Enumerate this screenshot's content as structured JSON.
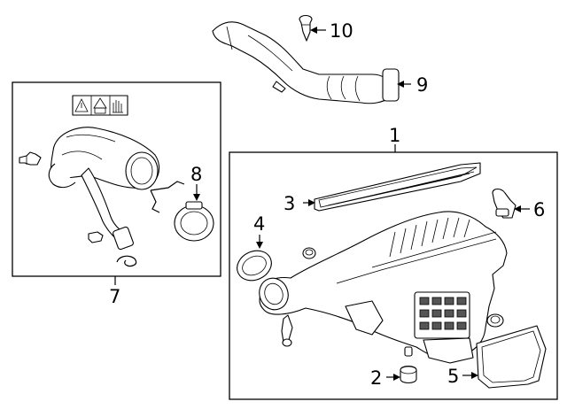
{
  "callouts": {
    "c1": "1",
    "c2": "2",
    "c3": "3",
    "c4": "4",
    "c5": "5",
    "c6": "6",
    "c7": "7",
    "c8": "8",
    "c9": "9",
    "c10": "10"
  },
  "warning_label_icons": [
    "warning-triangle-icon",
    "warning-triangle-book-icon",
    "hand-caution-icon"
  ]
}
